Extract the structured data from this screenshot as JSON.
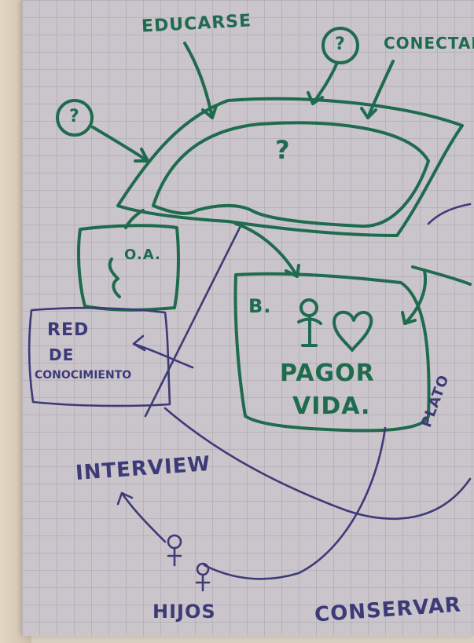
{
  "photo": {
    "labels": {
      "educarse": "EDUCARSE",
      "conectar": "CONECTAR",
      "question_left": "?",
      "question_top": "?",
      "question_center": "?",
      "box_a": "O.A.",
      "box_b": "B.",
      "pagar_line1": "PAGOR",
      "pagar_line2": "VIDA.",
      "red_line1": "RED",
      "red_line2": "DE",
      "red_line3": "CONOCIMIENTO",
      "interview": "INTERVIEW",
      "hijos": "HIJOS",
      "conservar": "CONSERVAR",
      "right_vertical": "PLATO"
    },
    "colors": {
      "green_marker": "#1f6b4e",
      "navy_marker": "#3d3a78",
      "paper": "#cac4cb",
      "wall": "#d9cfc0"
    }
  }
}
